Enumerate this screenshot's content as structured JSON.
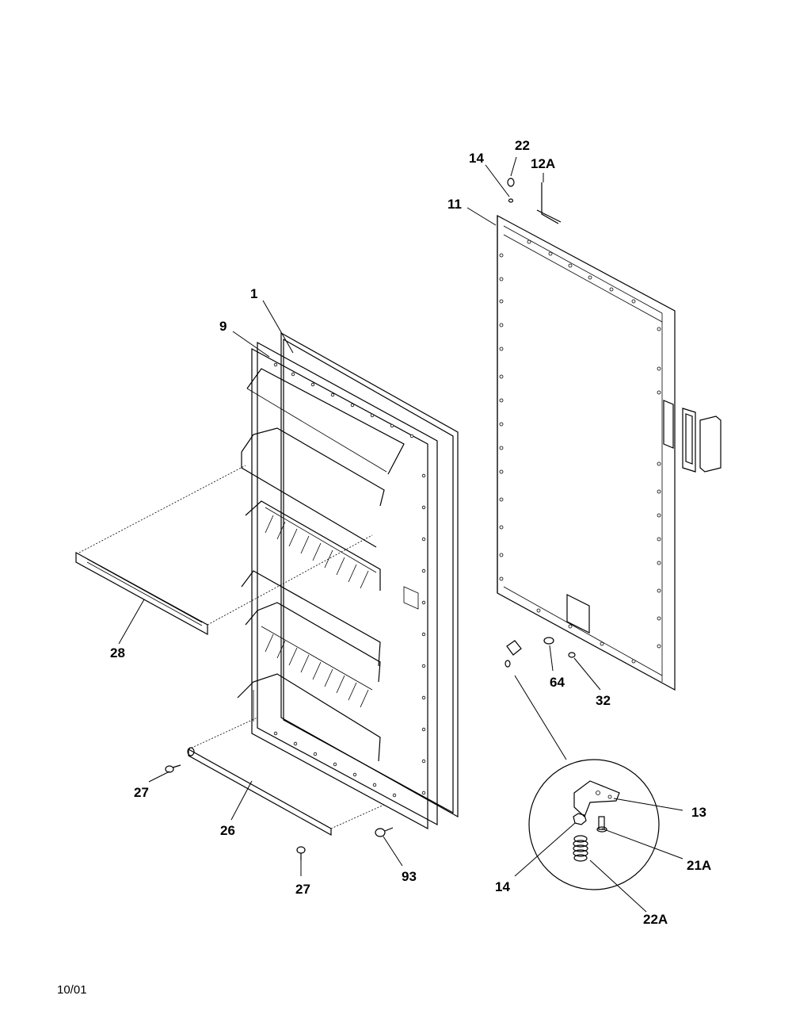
{
  "diagram": {
    "callouts": {
      "c22_top": "22",
      "c14_top": "14",
      "c12A": "12A",
      "c11": "11",
      "c1": "1",
      "c9": "9",
      "c28": "28",
      "c64": "64",
      "c32": "32",
      "c27_left": "27",
      "c26": "26",
      "c27_bottom": "27",
      "c93": "93",
      "c13": "13",
      "c21A": "21A",
      "c14_detail": "14",
      "c22A": "22A"
    }
  },
  "footer": {
    "date_code": "10/01"
  }
}
